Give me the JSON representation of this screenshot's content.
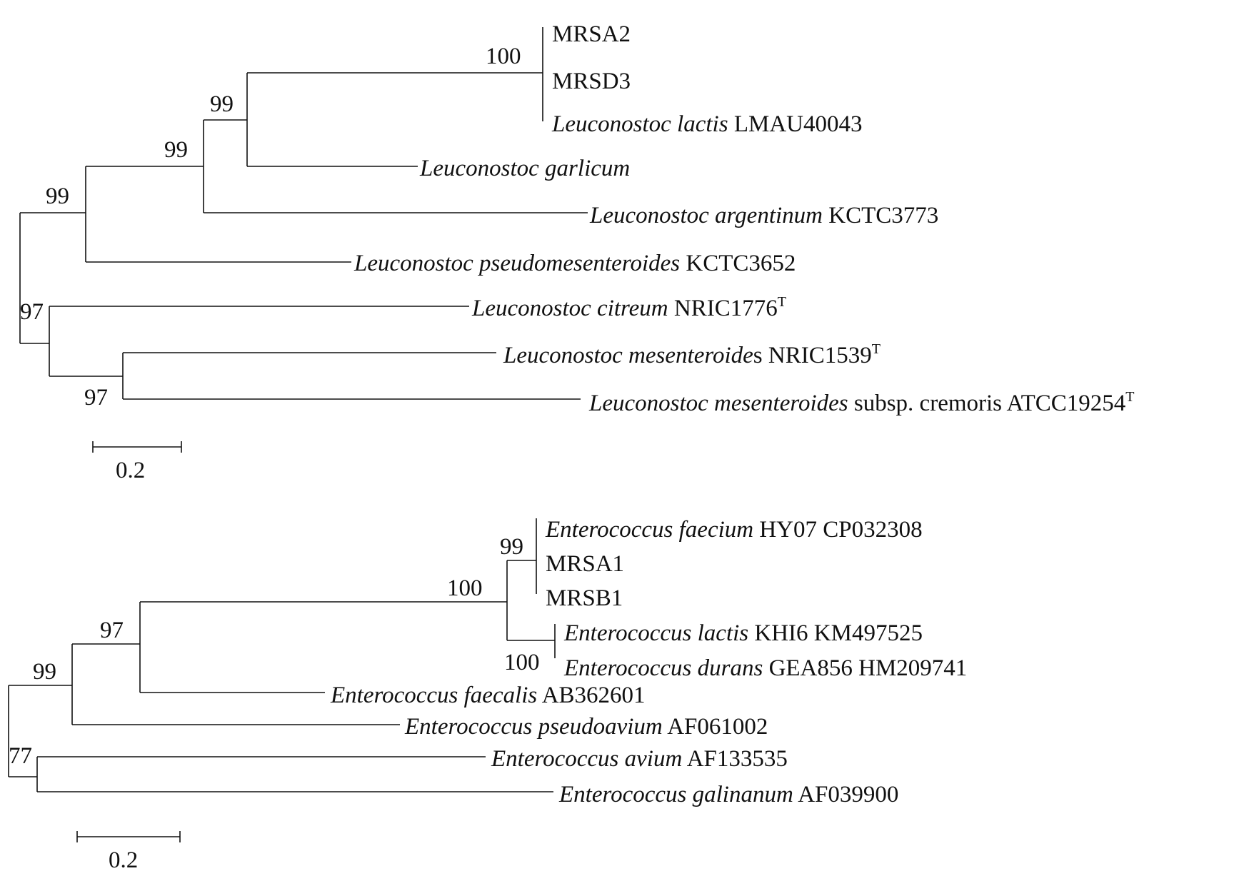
{
  "leuconostoc_tree": {
    "leaves": {
      "mrsa2": [
        {
          "t": "MRSA2",
          "i": false
        }
      ],
      "mrsd3": [
        {
          "t": "MRSD3",
          "i": false
        }
      ],
      "lactis": [
        {
          "t": "Leuconostoc lactis",
          "i": true
        },
        {
          "t": " LMAU40043",
          "i": false
        }
      ],
      "garlicum": [
        {
          "t": "Leuconostoc garlicum",
          "i": true
        }
      ],
      "argentinum": [
        {
          "t": "Leuconostoc argentinum",
          "i": true
        },
        {
          "t": " KCTC3773",
          "i": false
        }
      ],
      "pseudomesenteroides": [
        {
          "t": "Leuconostoc pseudomesenteroides",
          "i": true
        },
        {
          "t": " KCTC3652",
          "i": false
        }
      ],
      "citreum": [
        {
          "t": "Leuconostoc citreum",
          "i": true
        },
        {
          "t": " NRIC1776",
          "i": false
        },
        {
          "t": "T",
          "i": false,
          "sup": true
        }
      ],
      "mesenteroides": [
        {
          "t": "Leuconostoc mesenteroide",
          "i": true
        },
        {
          "t": "s NRIC1539",
          "i": false
        },
        {
          "t": "T",
          "i": false,
          "sup": true
        }
      ],
      "cremoris": [
        {
          "t": "Leuconostoc mesenteroides",
          "i": true
        },
        {
          "t": " subsp. cremoris ATCC19254",
          "i": false
        },
        {
          "t": "T",
          "i": false,
          "sup": true
        }
      ]
    },
    "bootstrap": {
      "n100": "100",
      "n99a": "99",
      "n99b": "99",
      "n99c": "99",
      "n97a": "97",
      "n97b": "97"
    },
    "scale_label": "0.2"
  },
  "enterococcus_tree": {
    "leaves": {
      "faecium": [
        {
          "t": "Enterococcus faecium",
          "i": true
        },
        {
          "t": " HY07 CP032308",
          "i": false
        }
      ],
      "mrsa1": [
        {
          "t": "MRSA1",
          "i": false
        }
      ],
      "mrsb1": [
        {
          "t": "MRSB1",
          "i": false
        }
      ],
      "lactis": [
        {
          "t": "Enterococcus lactis",
          "i": true
        },
        {
          "t": " KHI6 KM497525",
          "i": false
        }
      ],
      "durans": [
        {
          "t": "Enterococcus durans",
          "i": true
        },
        {
          "t": " GEA856 HM209741",
          "i": false
        }
      ],
      "faecalis": [
        {
          "t": "Enterococcus faecalis",
          "i": true
        },
        {
          "t": " AB362601",
          "i": false
        }
      ],
      "pseudoavium": [
        {
          "t": "Enterococcus pseudoavium",
          "i": true
        },
        {
          "t": " AF061002",
          "i": false
        }
      ],
      "avium": [
        {
          "t": "Enterococcus avium",
          "i": true
        },
        {
          "t": " AF133535",
          "i": false
        }
      ],
      "galinanum": [
        {
          "t": "Enterococcus galinanum",
          "i": true
        },
        {
          "t": " AF039900",
          "i": false
        }
      ]
    },
    "bootstrap": {
      "n99a": "99",
      "n100a": "100",
      "n100b": "100",
      "n97": "97",
      "n99b": "99",
      "n77": "77"
    },
    "scale_label": "0.2"
  }
}
